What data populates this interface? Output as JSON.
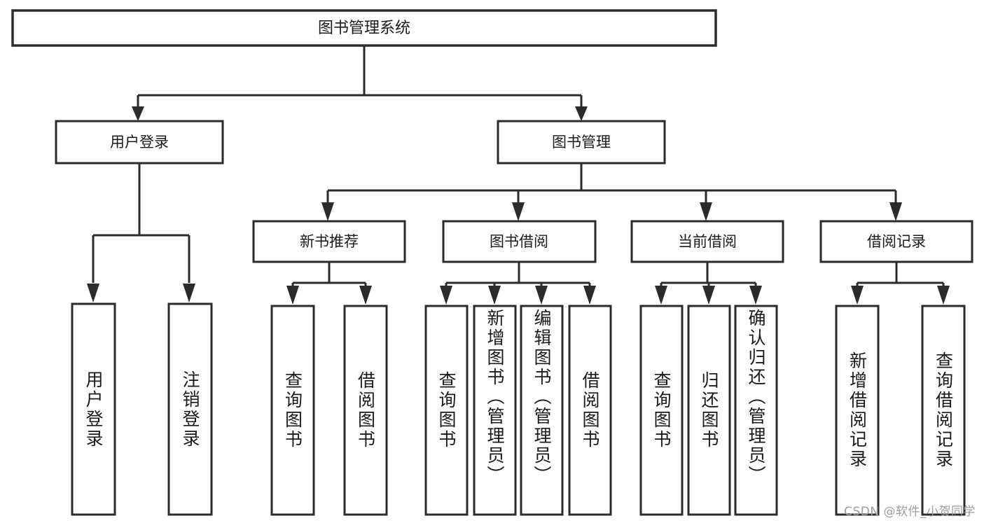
{
  "diagram": {
    "type": "tree",
    "title": "图书管理系统",
    "orientation": "top-down",
    "colors": {
      "background": "#ffffff",
      "box_fill": "#ffffff",
      "box_stroke": "#2b2b2b",
      "connector": "#2b2b2b",
      "text": "#1a1a1a",
      "watermark": "#9d9d9d"
    },
    "root": {
      "label": "图书管理系统"
    },
    "level2": [
      {
        "label": "用户登录"
      },
      {
        "label": "图书管理"
      }
    ],
    "level3": [
      {
        "label": "新书推荐"
      },
      {
        "label": "图书借阅"
      },
      {
        "label": "当前借阅"
      },
      {
        "label": "借阅记录"
      }
    ],
    "leaves": {
      "user_login": [
        {
          "label": "用户登录"
        },
        {
          "label": "注销登录"
        }
      ],
      "new_book_recommend": [
        {
          "label": "查询图书"
        },
        {
          "label": "借阅图书"
        }
      ],
      "book_borrow": [
        {
          "label": "查询图书"
        },
        {
          "label": "新增图书（管理员）"
        },
        {
          "label": "编辑图书（管理员）"
        },
        {
          "label": "借阅图书"
        }
      ],
      "current_borrow": [
        {
          "label": "查询图书"
        },
        {
          "label": "归还图书"
        },
        {
          "label": "确认归还（管理员）"
        }
      ],
      "borrow_record": [
        {
          "label": "新增借阅记录"
        },
        {
          "label": "查询借阅记录"
        }
      ]
    },
    "watermark": "CSDN @软件_小贺同学"
  }
}
